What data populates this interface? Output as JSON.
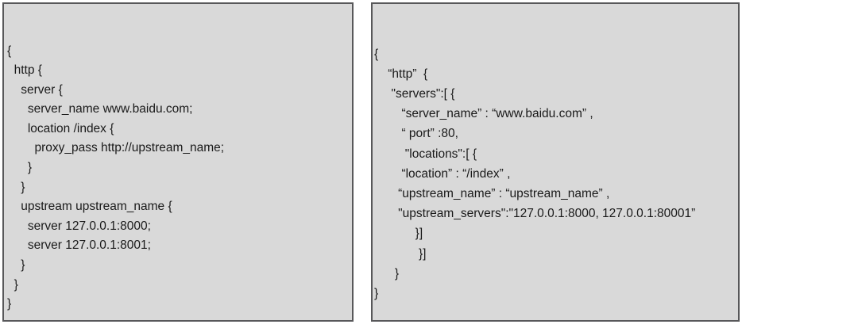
{
  "figure": {
    "background_color": "#ffffff",
    "panel_background_color": "#d9d9d9",
    "panel_border_color": "#58585a",
    "text_color": "#1a1a1a"
  },
  "panels": [
    {
      "name": "nginx-config",
      "lines": [
        "{",
        "  http {",
        "    server {",
        "      server_name www.baidu.com;",
        "      location /index {",
        "        proxy_pass http://upstream_name;",
        "      }",
        "    }",
        "    upstream upstream_name {",
        "      server 127.0.0.1:8000;",
        "      server 127.0.0.1:8001;",
        "    }",
        "  }",
        "}"
      ]
    },
    {
      "name": "json-config",
      "lines": [
        "{",
        "    “http”  {",
        "     \"servers\":[ {",
        "        “server_name” : “www.baidu.com” ,",
        "        “ port” :80,",
        "         \"locations\":[ {",
        "        “location” : “/index” ,",
        "       “upstream_name” : “upstream_name” ,",
        "       \"upstream_servers\":\"127.0.0.1:8000, 127.0.0.1:80001”",
        "            }]",
        "             }]",
        "      }",
        "}"
      ],
      "wrapping_line_index": 8
    }
  ]
}
